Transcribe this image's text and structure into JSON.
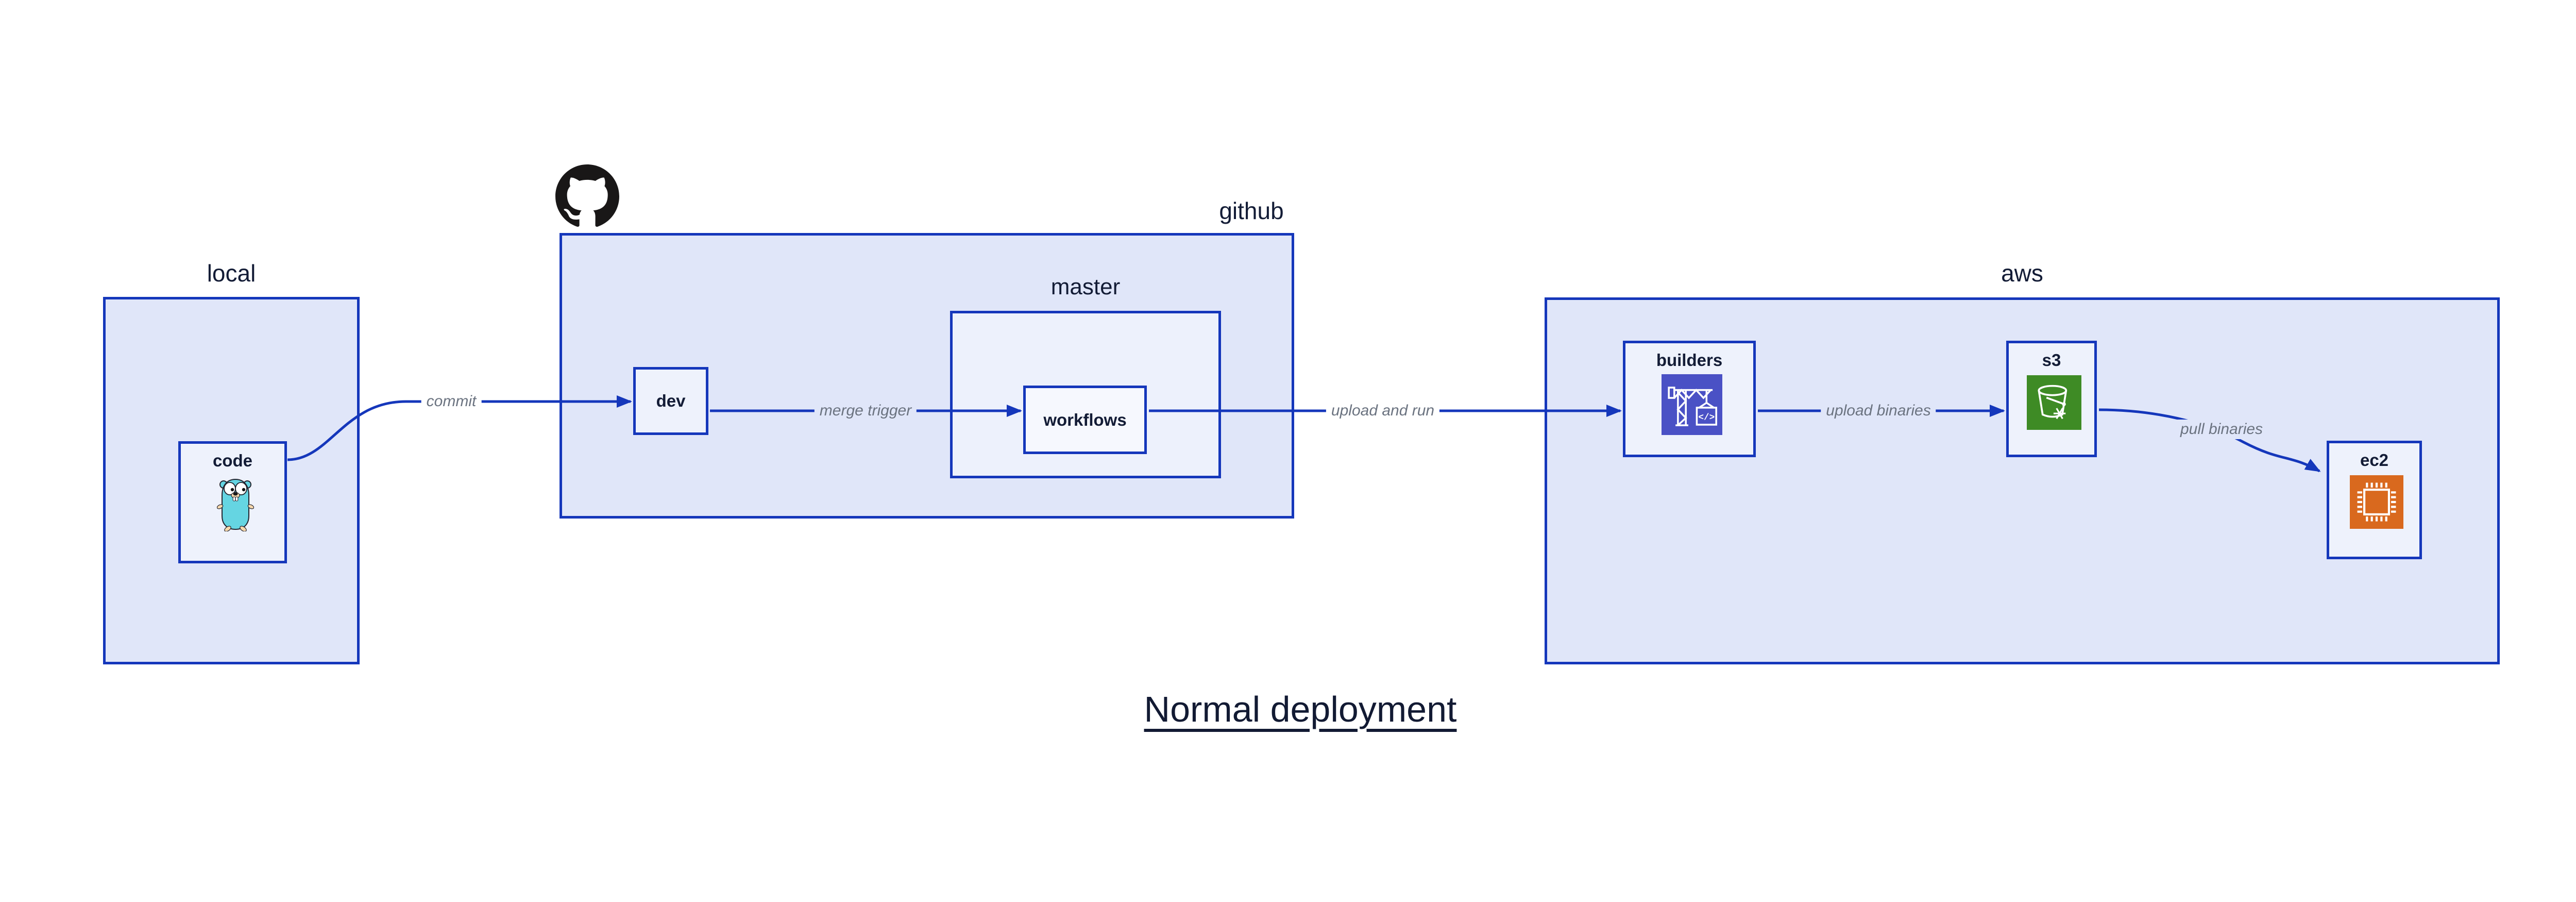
{
  "title": {
    "text": "Normal deployment"
  },
  "groups": {
    "local": {
      "label": "local"
    },
    "github": {
      "label": "github"
    },
    "master": {
      "label": "master"
    },
    "aws": {
      "label": "aws"
    }
  },
  "nodes": {
    "code": {
      "label": "code",
      "icon": "go-gopher-mascot"
    },
    "dev": {
      "label": "dev"
    },
    "workflows": {
      "label": "workflows"
    },
    "builders": {
      "label": "builders",
      "icon": "aws-codebuild-crane"
    },
    "s3": {
      "label": "s3",
      "icon": "aws-s3-bucket-snowflake"
    },
    "ec2": {
      "label": "ec2",
      "icon": "aws-ec2-chip"
    }
  },
  "edges": {
    "commit": {
      "label": "commit",
      "from": "code",
      "to": "dev"
    },
    "merge_trigger": {
      "label": "merge trigger",
      "from": "dev",
      "to": "workflows"
    },
    "upload_and_run": {
      "label": "upload and run",
      "from": "workflows",
      "to": "builders"
    },
    "upload_binaries": {
      "label": "upload binaries",
      "from": "builders",
      "to": "s3"
    },
    "pull_binaries": {
      "label": "pull binaries",
      "from": "s3",
      "to": "ec2"
    }
  },
  "icons": {
    "github_logo": "github-octocat-logo",
    "builders_glyph": "</>"
  },
  "colors": {
    "border_and_arrows": "#1537bb",
    "group_fill": "#e0e6f9",
    "master_fill": "#edf1fc",
    "node_fill": "#eef2fc",
    "workflows_fill": "#f6f8fe",
    "edge_label_gray": "#6b7380",
    "text_navy": "#131c36",
    "builders_icon_bg": "#4a51c5",
    "s3_icon_bg": "#3e8b25",
    "ec2_icon_bg": "#d9691e",
    "octocat_black": "#191717",
    "gopher_teal": "#65d5e2"
  }
}
